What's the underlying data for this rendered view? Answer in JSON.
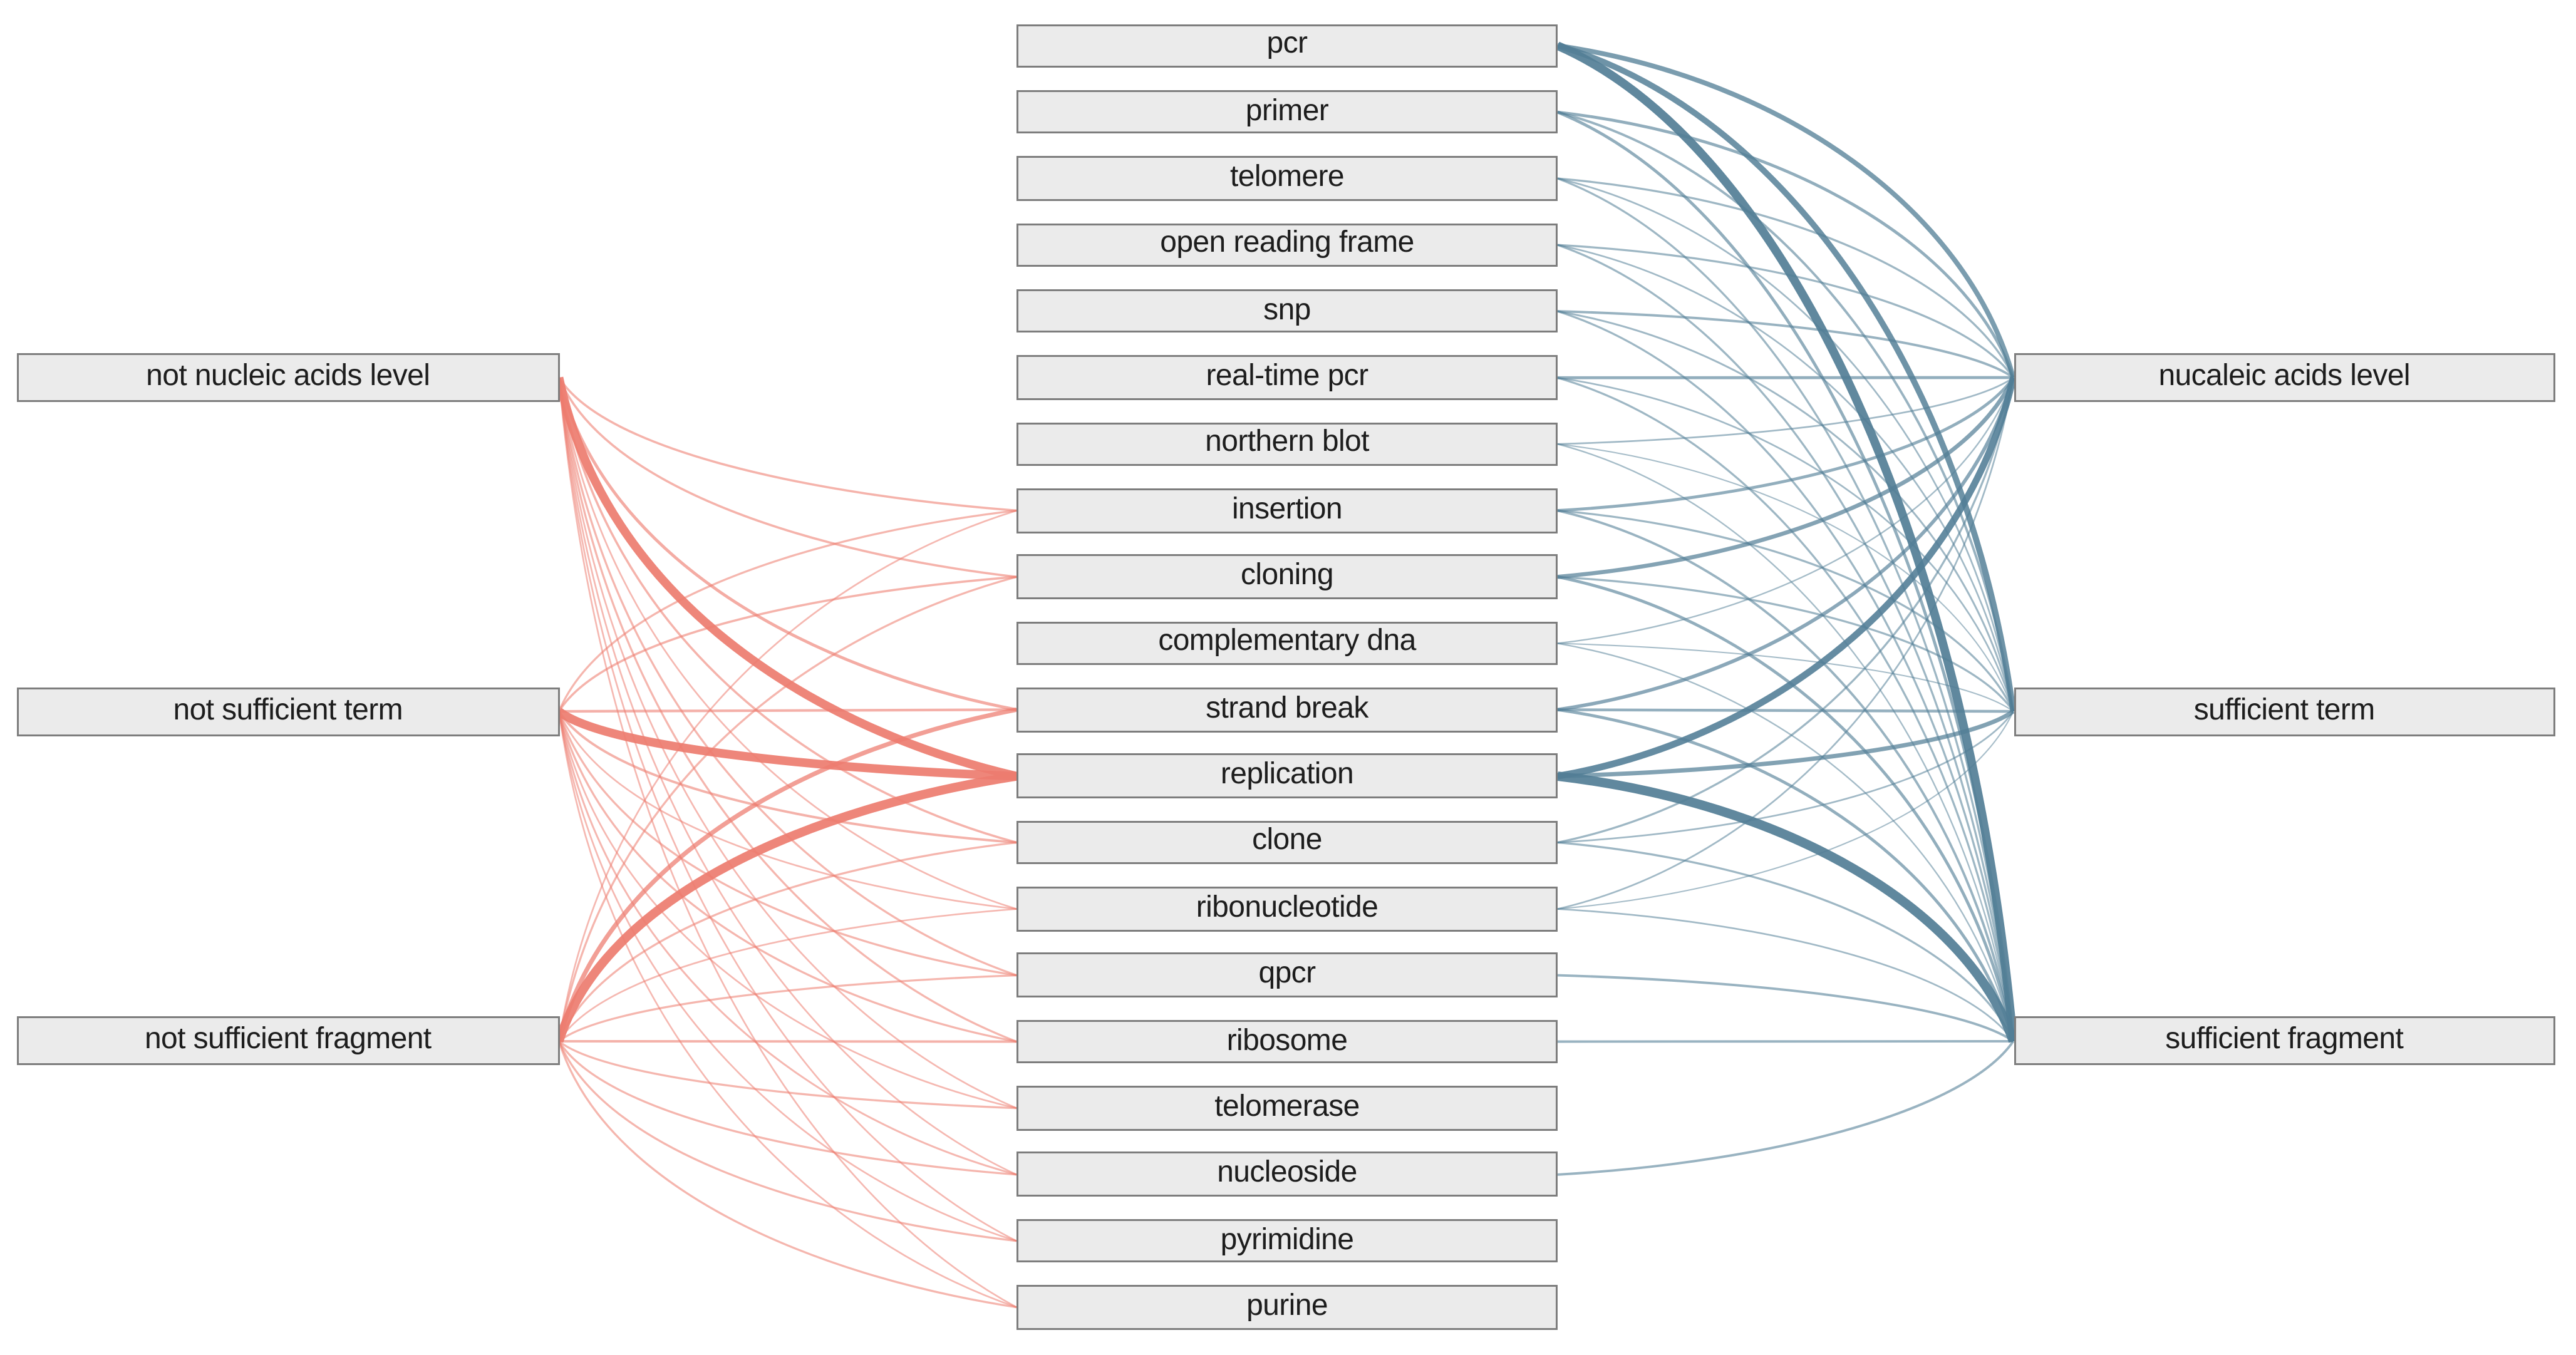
{
  "diagram": {
    "background": "#ffffff",
    "box": {
      "fill": "#ebebeb",
      "border": "#7d7d7d",
      "text_color": "#1d1d1d"
    },
    "edge_colors": {
      "left": "#ed7c6f",
      "right": "#527e96"
    },
    "left_nodes": [
      "not nucleic acids level",
      "not sufficient term",
      "not sufficient fragment"
    ],
    "middle_nodes": [
      "pcr",
      "primer",
      "telomere",
      "open reading frame",
      "snp",
      "real-time pcr",
      "northern blot",
      "insertion",
      "cloning",
      "complementary dna",
      "strand break",
      "replication",
      "clone",
      "ribonucleotide",
      "qpcr",
      "ribosome",
      "telomerase",
      "nucleoside",
      "pyrimidine",
      "purine"
    ],
    "right_nodes": [
      "nucaleic acids level",
      "sufficient term",
      "sufficient fragment"
    ],
    "left_edges_note": "s = index into left_nodes, t = index into middle_nodes, w = line weight",
    "left_edges": [
      {
        "s": 0,
        "t": 7,
        "w": 1.2
      },
      {
        "s": 0,
        "t": 8,
        "w": 1.2
      },
      {
        "s": 0,
        "t": 10,
        "w": 1.6
      },
      {
        "s": 0,
        "t": 11,
        "w": 4.6
      },
      {
        "s": 0,
        "t": 12,
        "w": 1.2
      },
      {
        "s": 0,
        "t": 13,
        "w": 0.9
      },
      {
        "s": 0,
        "t": 14,
        "w": 1.1
      },
      {
        "s": 0,
        "t": 15,
        "w": 1.1
      },
      {
        "s": 0,
        "t": 16,
        "w": 0.9
      },
      {
        "s": 0,
        "t": 17,
        "w": 0.9
      },
      {
        "s": 0,
        "t": 18,
        "w": 0.9
      },
      {
        "s": 0,
        "t": 19,
        "w": 0.9
      },
      {
        "s": 1,
        "t": 7,
        "w": 1.1
      },
      {
        "s": 1,
        "t": 8,
        "w": 1.2
      },
      {
        "s": 1,
        "t": 10,
        "w": 1.4
      },
      {
        "s": 1,
        "t": 11,
        "w": 4.6
      },
      {
        "s": 1,
        "t": 12,
        "w": 1.3
      },
      {
        "s": 1,
        "t": 13,
        "w": 0.9
      },
      {
        "s": 1,
        "t": 14,
        "w": 1.1
      },
      {
        "s": 1,
        "t": 15,
        "w": 1.1
      },
      {
        "s": 1,
        "t": 16,
        "w": 0.9
      },
      {
        "s": 1,
        "t": 17,
        "w": 1.0
      },
      {
        "s": 1,
        "t": 18,
        "w": 0.9
      },
      {
        "s": 1,
        "t": 19,
        "w": 0.9
      },
      {
        "s": 2,
        "t": 7,
        "w": 0.9
      },
      {
        "s": 2,
        "t": 8,
        "w": 1.1
      },
      {
        "s": 2,
        "t": 10,
        "w": 2.4
      },
      {
        "s": 2,
        "t": 11,
        "w": 4.8
      },
      {
        "s": 2,
        "t": 12,
        "w": 1.1
      },
      {
        "s": 2,
        "t": 13,
        "w": 0.9
      },
      {
        "s": 2,
        "t": 14,
        "w": 1.1
      },
      {
        "s": 2,
        "t": 15,
        "w": 1.3
      },
      {
        "s": 2,
        "t": 16,
        "w": 1.1
      },
      {
        "s": 2,
        "t": 17,
        "w": 1.1
      },
      {
        "s": 2,
        "t": 18,
        "w": 1.1
      },
      {
        "s": 2,
        "t": 19,
        "w": 1.1
      }
    ],
    "right_edges_note": "s = index into middle_nodes, t = index into right_nodes, w = line weight",
    "right_edges": [
      {
        "s": 0,
        "t": 0,
        "w": 2.6
      },
      {
        "s": 0,
        "t": 1,
        "w": 3.2
      },
      {
        "s": 0,
        "t": 2,
        "w": 4.6
      },
      {
        "s": 1,
        "t": 0,
        "w": 1.6
      },
      {
        "s": 1,
        "t": 1,
        "w": 1.3
      },
      {
        "s": 1,
        "t": 2,
        "w": 1.6
      },
      {
        "s": 2,
        "t": 0,
        "w": 1.1
      },
      {
        "s": 2,
        "t": 1,
        "w": 0.9
      },
      {
        "s": 2,
        "t": 2,
        "w": 1.1
      },
      {
        "s": 3,
        "t": 0,
        "w": 1.1
      },
      {
        "s": 3,
        "t": 1,
        "w": 0.9
      },
      {
        "s": 3,
        "t": 2,
        "w": 1.1
      },
      {
        "s": 4,
        "t": 0,
        "w": 1.3
      },
      {
        "s": 4,
        "t": 1,
        "w": 1.0
      },
      {
        "s": 4,
        "t": 2,
        "w": 1.1
      },
      {
        "s": 5,
        "t": 0,
        "w": 1.6
      },
      {
        "s": 5,
        "t": 1,
        "w": 0.9
      },
      {
        "s": 5,
        "t": 2,
        "w": 1.1
      },
      {
        "s": 6,
        "t": 0,
        "w": 0.9
      },
      {
        "s": 6,
        "t": 1,
        "w": 0.7
      },
      {
        "s": 6,
        "t": 2,
        "w": 0.8
      },
      {
        "s": 7,
        "t": 0,
        "w": 1.6
      },
      {
        "s": 7,
        "t": 1,
        "w": 1.1
      },
      {
        "s": 7,
        "t": 2,
        "w": 1.3
      },
      {
        "s": 8,
        "t": 0,
        "w": 2.2
      },
      {
        "s": 8,
        "t": 1,
        "w": 1.1
      },
      {
        "s": 8,
        "t": 2,
        "w": 1.6
      },
      {
        "s": 9,
        "t": 0,
        "w": 0.8
      },
      {
        "s": 9,
        "t": 1,
        "w": 0.7
      },
      {
        "s": 9,
        "t": 2,
        "w": 0.8
      },
      {
        "s": 10,
        "t": 0,
        "w": 1.9
      },
      {
        "s": 10,
        "t": 1,
        "w": 1.5
      },
      {
        "s": 10,
        "t": 2,
        "w": 1.6
      },
      {
        "s": 11,
        "t": 0,
        "w": 3.6
      },
      {
        "s": 11,
        "t": 1,
        "w": 2.3
      },
      {
        "s": 11,
        "t": 2,
        "w": 5.0
      },
      {
        "s": 12,
        "t": 0,
        "w": 1.1
      },
      {
        "s": 12,
        "t": 1,
        "w": 0.9
      },
      {
        "s": 12,
        "t": 2,
        "w": 1.1
      },
      {
        "s": 13,
        "t": 0,
        "w": 0.9
      },
      {
        "s": 13,
        "t": 1,
        "w": 0.7
      },
      {
        "s": 13,
        "t": 2,
        "w": 0.9
      },
      {
        "s": 14,
        "t": 2,
        "w": 1.3
      },
      {
        "s": 15,
        "t": 2,
        "w": 1.3
      },
      {
        "s": 17,
        "t": 2,
        "w": 1.3
      }
    ]
  }
}
